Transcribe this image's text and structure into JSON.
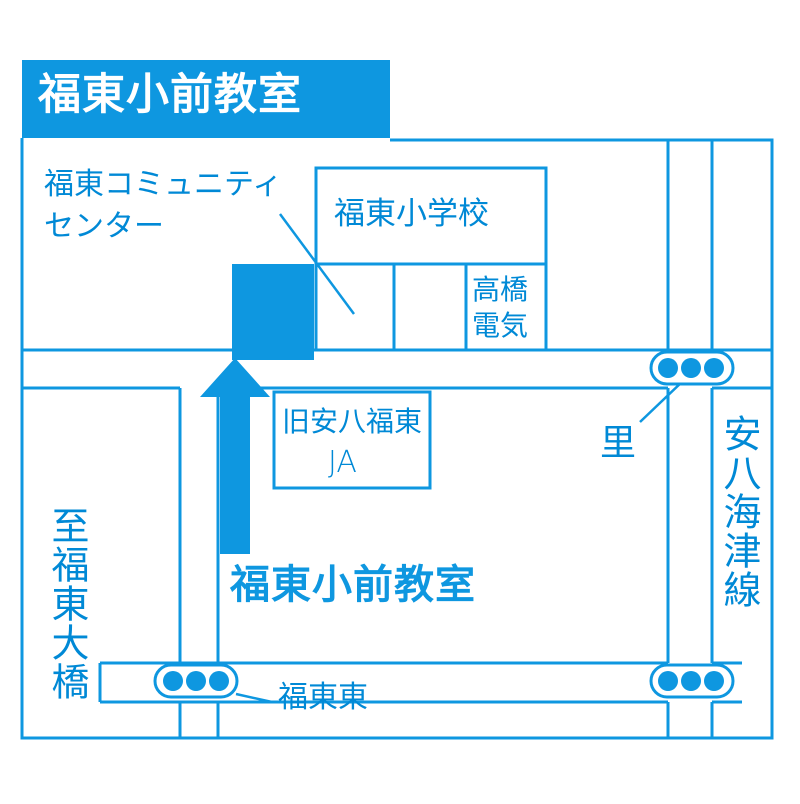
{
  "title": "福東小前教室",
  "destination_label": "福東小前教室",
  "colors": {
    "accent": "#0e97e0",
    "line": "#0089d6",
    "background": "#ffffff"
  },
  "landmarks": {
    "community_center_line1": "福東コミュニティ",
    "community_center_line2": "センター",
    "elementary_school": "福東小学校",
    "takahashi_denki_line1": "高橋",
    "takahashi_denki_line2": "電気",
    "old_ja_line1": "旧安八福東",
    "old_ja_line2": "JA"
  },
  "intersections": {
    "sato": "里",
    "fukuto_higashi": "福東東"
  },
  "roads": {
    "to_fukuto_bridge": "至福東大橋",
    "anpachi_kaizu_line": "安八海津線"
  }
}
